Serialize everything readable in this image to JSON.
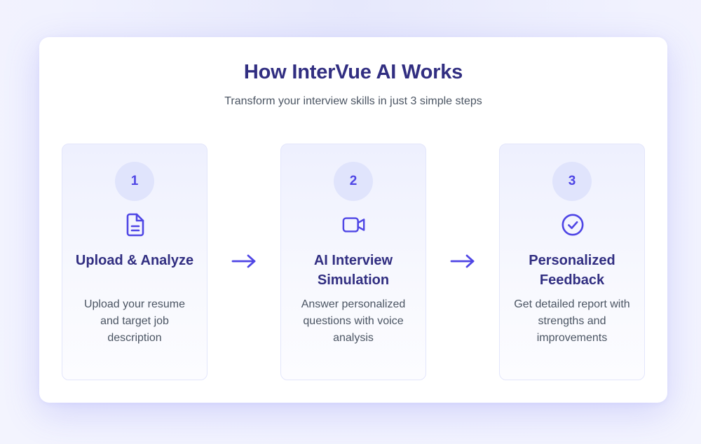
{
  "section": {
    "title": "How InterVue AI Works",
    "subtitle": "Transform your interview skills in just 3 simple steps"
  },
  "colors": {
    "accent": "#4f46e5",
    "heading": "#312e81",
    "body_text": "#4b5563",
    "badge_bg": "#e0e4fc"
  },
  "steps": [
    {
      "number": "1",
      "icon": "document-icon",
      "title": "Upload & Analyze",
      "description": "Upload your resume and target job description"
    },
    {
      "number": "2",
      "icon": "video-camera-icon",
      "title": "AI Interview Simulation",
      "description": "Answer personalized questions with voice analysis"
    },
    {
      "number": "3",
      "icon": "check-circle-icon",
      "title": "Personalized Feedback",
      "description": "Get detailed report with strengths and improvements"
    }
  ],
  "connectors": [
    "arrow-right-icon",
    "arrow-right-icon"
  ]
}
